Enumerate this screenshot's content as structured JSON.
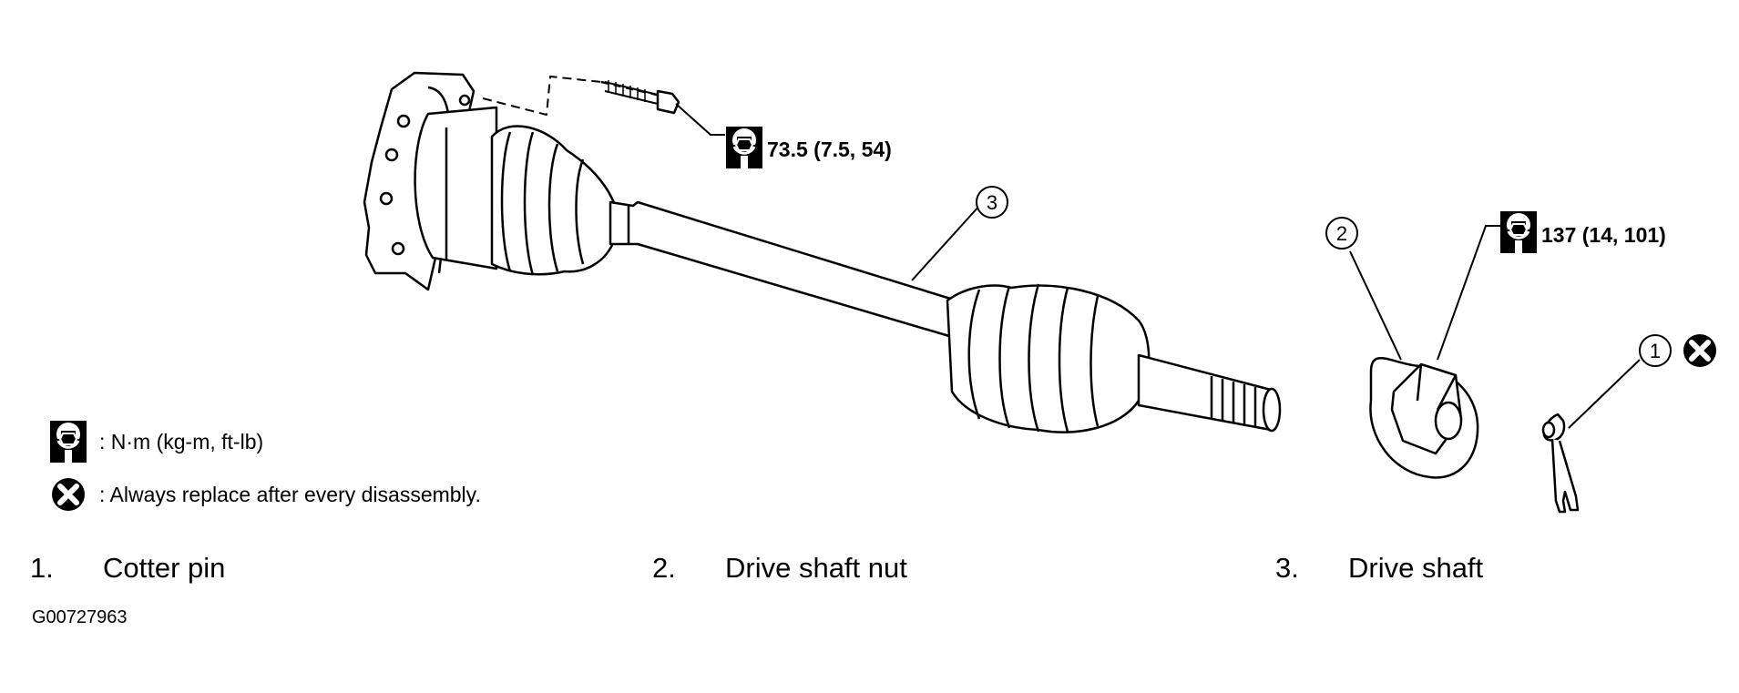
{
  "diagram": {
    "callouts": {
      "c1": "1",
      "c2": "2",
      "c3": "3"
    },
    "torque": {
      "bolt": "73.5 (7.5, 54)",
      "nut": "137 (14, 101)"
    }
  },
  "legend": {
    "torque_unit": ": N·m (kg-m, ft-lb)",
    "replace_note": ": Always replace after every disassembly."
  },
  "parts": [
    {
      "num": "1.",
      "name": "Cotter pin"
    },
    {
      "num": "2.",
      "name": "Drive shaft nut"
    },
    {
      "num": "3.",
      "name": "Drive shaft"
    }
  ],
  "figure_code": "G00727963",
  "icons": [
    "torque-wrench-icon",
    "do-not-reuse-icon"
  ]
}
